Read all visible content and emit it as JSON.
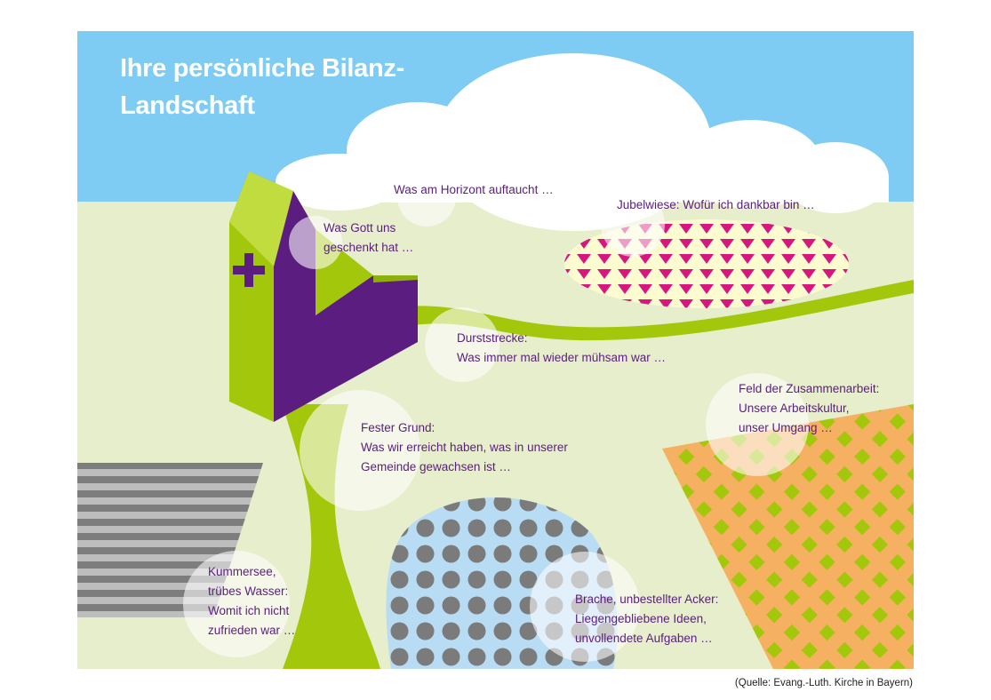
{
  "title": {
    "line1": "Ihre persönliche Bilanz-",
    "line2": "Landschaft"
  },
  "labels": {
    "horizont": "Was am Horizont auftaucht …",
    "gott": {
      "line1": "Was Gott uns",
      "line2": "geschenkt hat …"
    },
    "jubelwiese": "Jubelwiese: Wofür ich dankbar bin …",
    "durststrecke": {
      "line1": "Durststrecke:",
      "line2": "Was immer mal wieder mühsam war …"
    },
    "feld": {
      "line1": "Feld der Zusammenarbeit:",
      "line2": "Unsere Arbeitskultur,",
      "line3": "unser Umgang …"
    },
    "fester_grund": {
      "line1": "Fester Grund:",
      "line2": "Was wir erreicht haben, was in unserer",
      "line3": "Gemeinde gewachsen ist …"
    },
    "kummersee": {
      "line1": "Kummersee,",
      "line2": "trübes Wasser:",
      "line3": "Womit ich nicht",
      "line4": "zufrieden war …"
    },
    "brache": {
      "line1": "Brache, unbestellter Acker:",
      "line2": "Liegengebliebene Ideen,",
      "line3": "unvollendete Aufgaben …"
    }
  },
  "source": "(Quelle: Evang.-Luth. Kirche in Bayern)",
  "colors": {
    "sky": "#7ecbf3",
    "meadow": "#e6eecb",
    "green": "#a3c70a",
    "purple": "#5b1d80",
    "magenta": "#d7177f",
    "cream": "#fdfbd0",
    "orange": "#f6b062",
    "pond": "#b8dcf4",
    "grey": "#7d7d7d",
    "text": "#5b1d80"
  }
}
